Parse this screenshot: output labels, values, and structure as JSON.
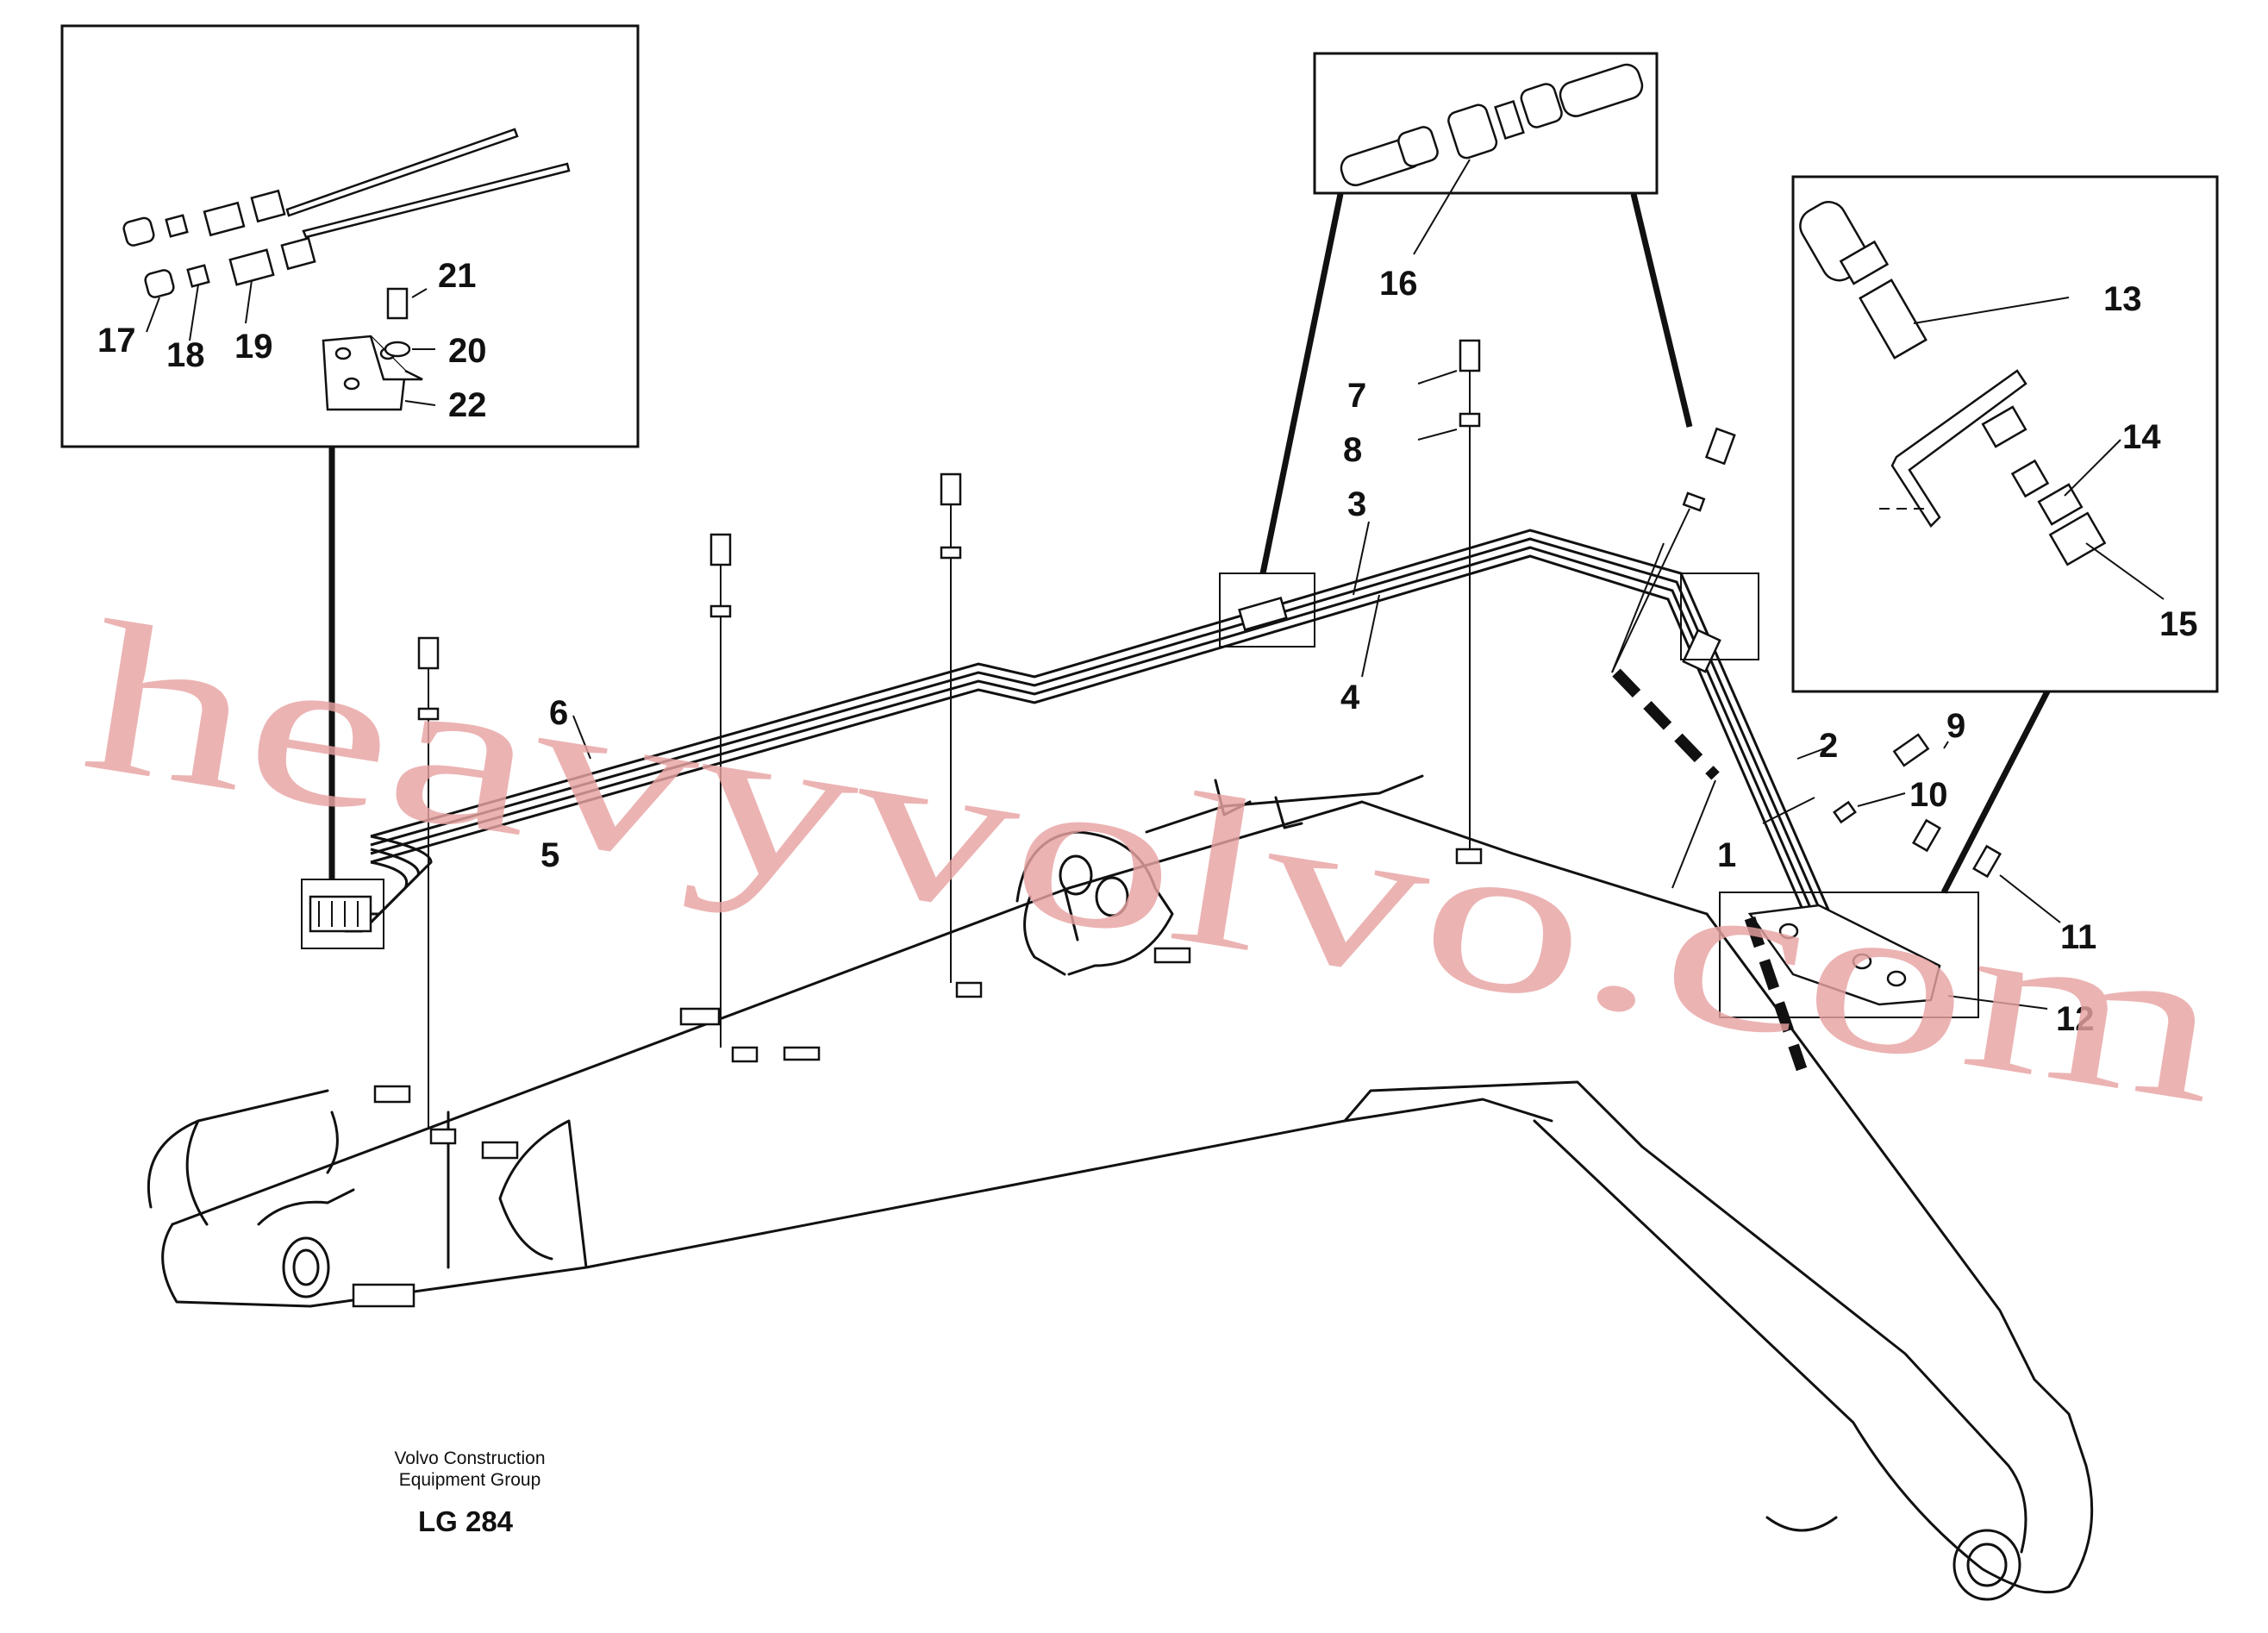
{
  "callouts": [
    "1",
    "2",
    "3",
    "4",
    "5",
    "6",
    "7",
    "8",
    "9",
    "10",
    "11",
    "12",
    "13",
    "14",
    "15",
    "16",
    "17",
    "18",
    "19",
    "20",
    "21",
    "22"
  ],
  "caption": {
    "line1": "Volvo Construction",
    "line2": "Equipment Group",
    "code": "LG 284"
  },
  "watermark": "heavyvolvo.com"
}
